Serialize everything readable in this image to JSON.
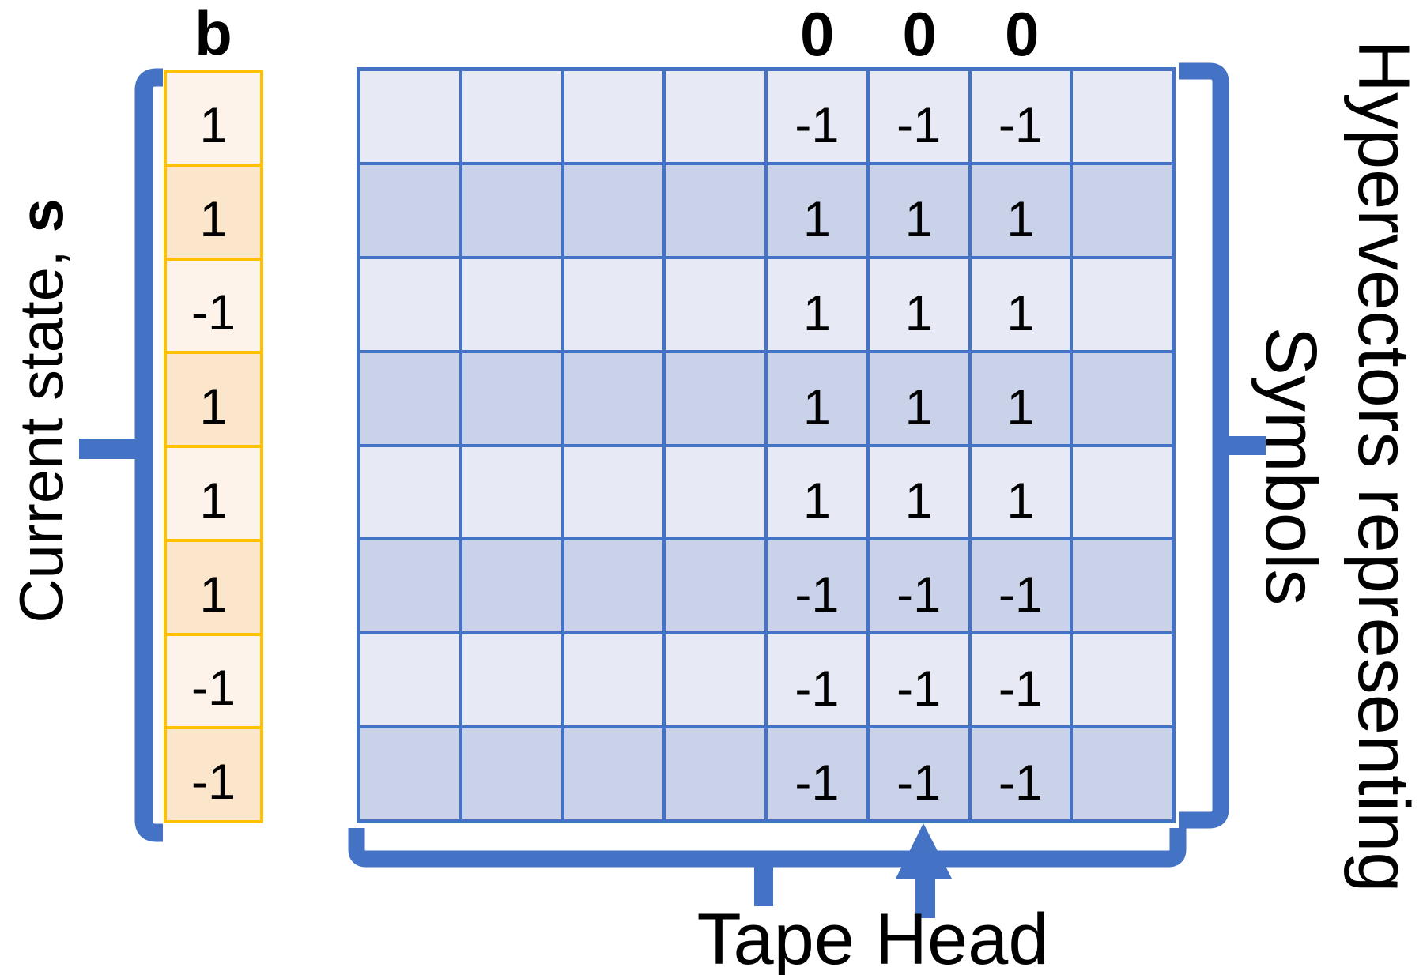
{
  "colors": {
    "accent_blue": "#4472C4",
    "grid_row_light": "#E7EAF5",
    "grid_row_dark": "#CAD2E9",
    "vector_cell_light": "#FDF3EA",
    "vector_cell_dark": "#FBE5CB",
    "vector_border_gold": "#FFC000",
    "text": "#000000"
  },
  "state_vector": {
    "label": "b",
    "brace_label_prefix": "Current state, ",
    "brace_label_symbol": "s",
    "values": [
      "1",
      "1",
      "-1",
      "1",
      "1",
      "1",
      "-1",
      "-1"
    ]
  },
  "tape_grid": {
    "rows": 8,
    "cols": 8,
    "header_labels": [
      "",
      "",
      "",
      "",
      "0",
      "0",
      "0",
      ""
    ],
    "values": [
      [
        "",
        "",
        "",
        "",
        "-1",
        "-1",
        "-1",
        ""
      ],
      [
        "",
        "",
        "",
        "",
        "1",
        "1",
        "1",
        ""
      ],
      [
        "",
        "",
        "",
        "",
        "1",
        "1",
        "1",
        ""
      ],
      [
        "",
        "",
        "",
        "",
        "1",
        "1",
        "1",
        ""
      ],
      [
        "",
        "",
        "",
        "",
        "1",
        "1",
        "1",
        ""
      ],
      [
        "",
        "",
        "",
        "",
        "-1",
        "-1",
        "-1",
        ""
      ],
      [
        "",
        "",
        "",
        "",
        "-1",
        "-1",
        "-1",
        ""
      ],
      [
        "",
        "",
        "",
        "",
        "-1",
        "-1",
        "-1",
        ""
      ]
    ]
  },
  "annotations": {
    "right_label_line1": "Hypervectors representing",
    "right_label_line2": "Symbols",
    "bottom_label": "Tape Head",
    "tape_head_arrow_column": 6
  }
}
